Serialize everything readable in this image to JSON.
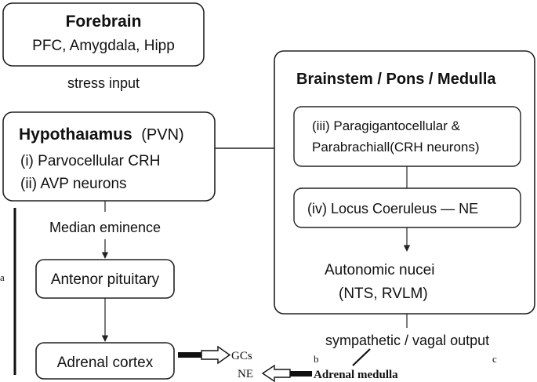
{
  "forebrain": {
    "title": "Forebrain",
    "regions": "PFC, Amygdala, Hipp"
  },
  "stress_input": "stress input",
  "hypothalamus": {
    "title": "Hypothaıamus",
    "title_suffix": "(PVN)",
    "line1": "(i) Parvocellular CRH",
    "line2": "(ii) AVP neurons"
  },
  "median_eminence": "Median eminence",
  "anterior_pituitary": "Antenor pituitary",
  "adrenal_cortex": "Adrenal cortex",
  "brainstem": {
    "title": "Brainstem / Pons / Medulla",
    "para_line1": "(iii) Paragigantocellular &",
    "para_line2": "Parabrachiall(CRH neurons)",
    "locus": "(iv) Locus Coeruleus — NE",
    "autonomic_line1": "Autonomic nucei",
    "autonomic_line2": "(NTS, RVLM)"
  },
  "sympathetic_output": "sympathetic / vagal output",
  "gcs": "GCs",
  "ne": "NE",
  "adrenal_medulla": "Adrenal medulla",
  "labels": {
    "a": "a",
    "b": "b",
    "c": "c"
  }
}
